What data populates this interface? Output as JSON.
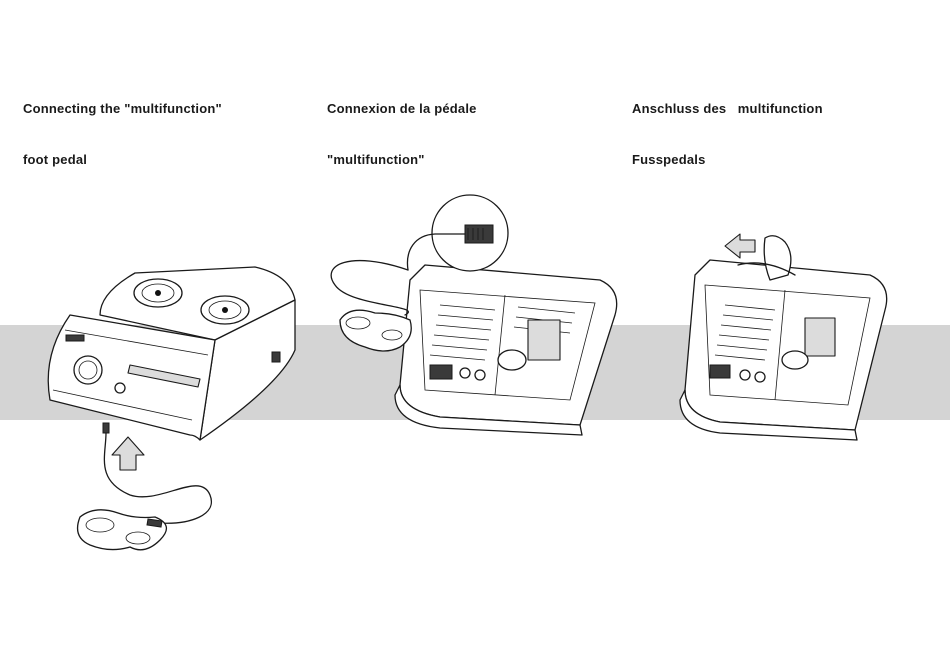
{
  "headings": {
    "english": {
      "line1": "Connecting the \"multifunction\"",
      "line2": "foot pedal"
    },
    "french": {
      "line1": "Connexion de la pédale",
      "line2": "\"multifunction\""
    },
    "german": {
      "line1": "Anschluss des   multifunction",
      "line2": "Fusspedals"
    }
  },
  "colors": {
    "band": "#d4d4d4",
    "line": "#1a1a1a",
    "paper": "#ffffff"
  },
  "figures": [
    {
      "id": "device-front-with-pedal",
      "icons": [
        "device-icon",
        "foot-pedal-icon",
        "arrow-up-icon",
        "plug-icon"
      ]
    },
    {
      "id": "device-underside-with-pedal",
      "icons": [
        "device-underside-icon",
        "foot-pedal-icon",
        "connector-zoom-icon"
      ]
    },
    {
      "id": "device-underside-cable-routing",
      "icons": [
        "device-underside-icon",
        "hand-icon",
        "arrow-left-icon"
      ]
    }
  ]
}
